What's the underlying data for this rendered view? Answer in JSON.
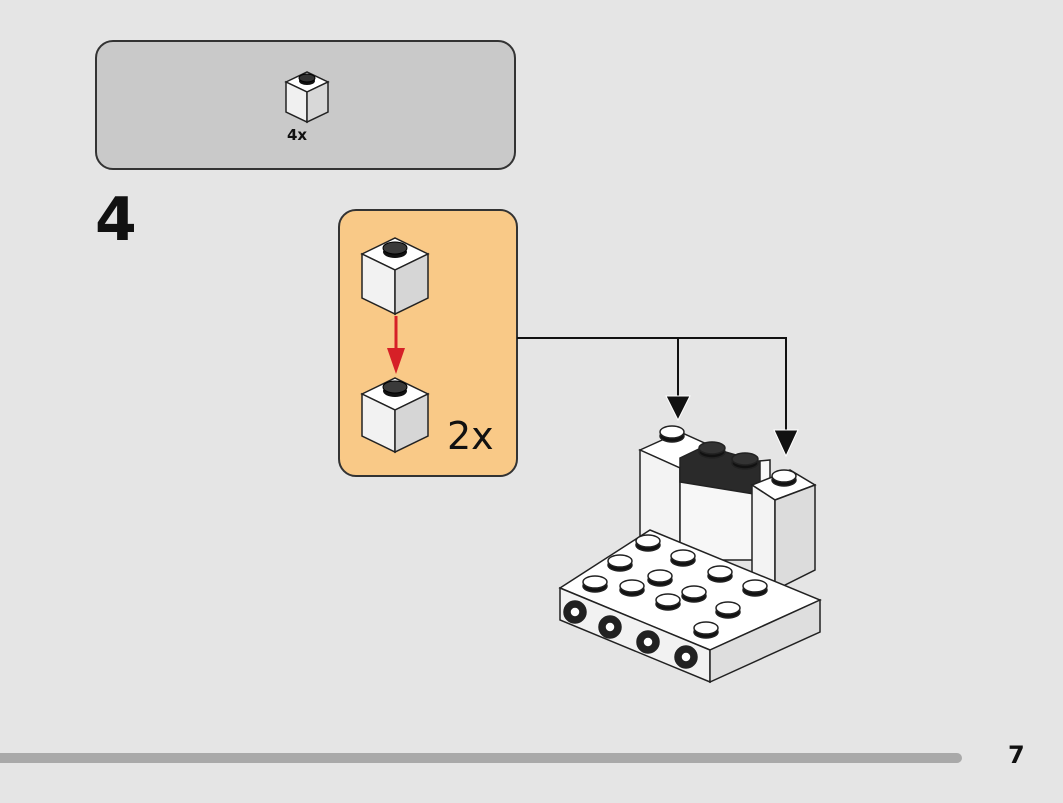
{
  "parts_list": {
    "items": [
      {
        "part": "1x1 brick",
        "color": "white",
        "quantity": "4x"
      }
    ]
  },
  "step": {
    "number": "4"
  },
  "sub_build": {
    "quantity": "2x"
  },
  "page": {
    "number": "7"
  },
  "colors": {
    "callout": "#f9c987",
    "parts_panel": "#c9c9c9",
    "arrow_red": "#d62027",
    "background": "#e5e5e5"
  }
}
